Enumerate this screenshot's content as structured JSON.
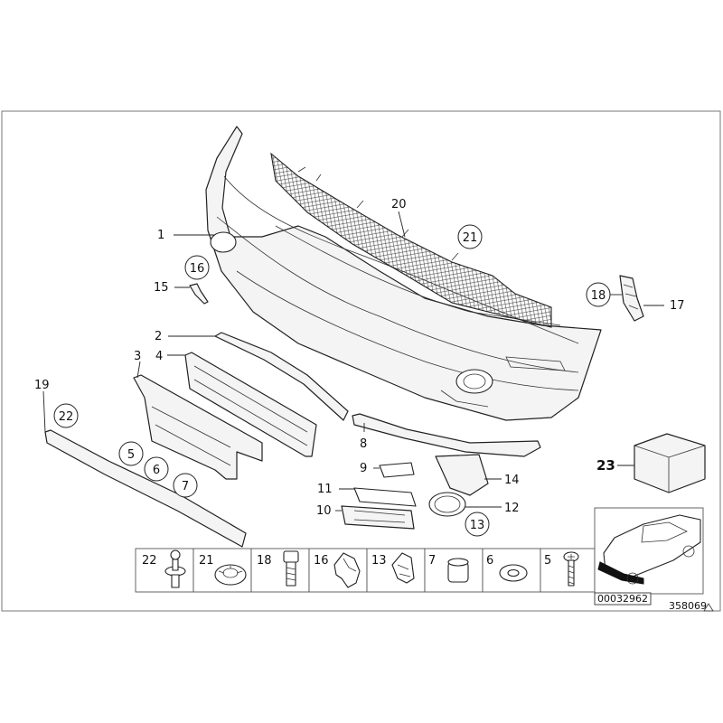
{
  "callouts": {
    "c1": "1",
    "c2": "2",
    "c3": "3",
    "c4": "4",
    "c5": "5",
    "c6": "6",
    "c7": "7",
    "c8": "8",
    "c9": "9",
    "c10": "10",
    "c11": "11",
    "c12": "12",
    "c13": "13",
    "c14": "14",
    "c15": "15",
    "c16": "16",
    "c17": "17",
    "c18": "18",
    "c19": "19",
    "c20": "20",
    "c21": "21",
    "c22": "22",
    "c23": "23"
  },
  "legend_cells": [
    "22",
    "21",
    "18",
    "16",
    "13",
    "7",
    "6",
    "5"
  ],
  "thumbnail_code": "00032962",
  "diagram_number": "358069"
}
